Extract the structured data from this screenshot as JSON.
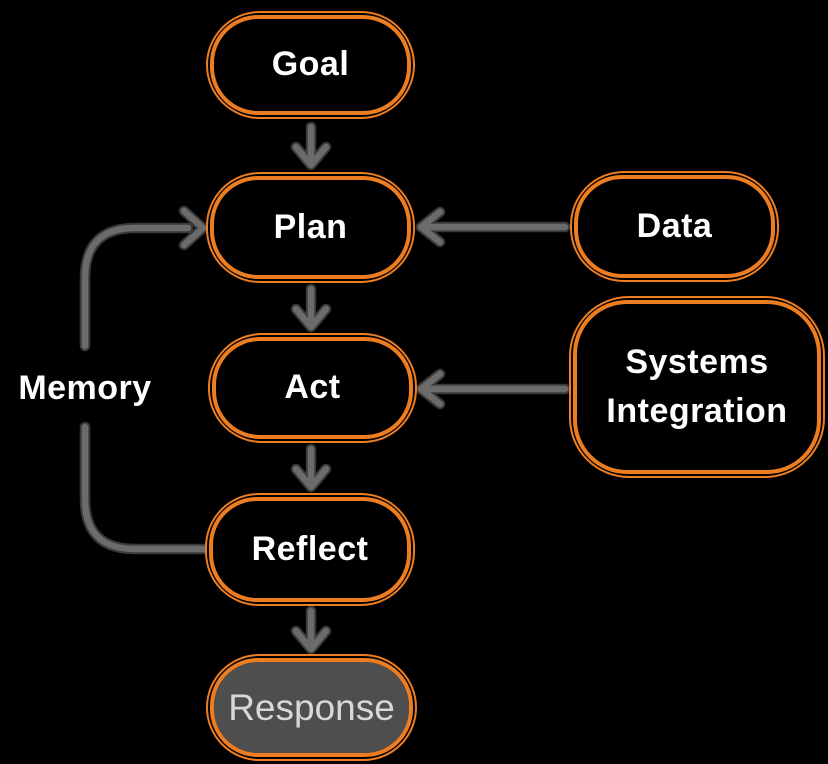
{
  "diagram": {
    "type": "flowchart",
    "background": "#000000",
    "nodes": {
      "goal": {
        "label": "Goal"
      },
      "plan": {
        "label": "Plan"
      },
      "act": {
        "label": "Act"
      },
      "reflect": {
        "label": "Reflect"
      },
      "response": {
        "label": "Response"
      },
      "data": {
        "label": "Data"
      },
      "systems_integration": {
        "label": "Systems Integration"
      },
      "memory": {
        "label": "Memory"
      }
    },
    "edges": [
      {
        "from": "Goal",
        "to": "Plan"
      },
      {
        "from": "Plan",
        "to": "Act"
      },
      {
        "from": "Act",
        "to": "Reflect"
      },
      {
        "from": "Reflect",
        "to": "Response"
      },
      {
        "from": "Data",
        "to": "Plan"
      },
      {
        "from": "Systems Integration",
        "to": "Act"
      },
      {
        "from": "Reflect",
        "to": "Plan",
        "via": "Memory"
      }
    ],
    "colors": {
      "node_border": "#ED7D21",
      "node_fill": "#000000",
      "node_text": "#FFFFFF",
      "response_fill": "#4E4E4E",
      "response_text": "#D8D8D8",
      "arrow": "#6B6B6B",
      "arrow_outline": "#3A3A3A",
      "background": "#000000"
    }
  }
}
